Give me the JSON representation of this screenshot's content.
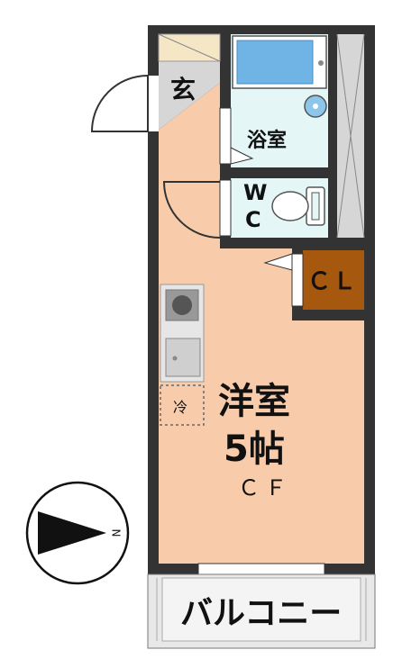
{
  "rooms": {
    "entrance": "玄",
    "bathroom": "浴室",
    "toilet_top": "W",
    "toilet_bottom": "C",
    "closet": "ＣＬ",
    "main_room_name": "洋室",
    "main_room_size": "5帖",
    "main_room_floor": "ＣＦ",
    "refrigerator": "冷",
    "balcony": "バルコニー"
  },
  "compass": {
    "direction_label": "N"
  },
  "colors": {
    "wall": "#333333",
    "room_floor": "#f8ccaa",
    "wet_area": "#e4f6f6",
    "closet": "#a6580f",
    "entrance_floor": "#d6d6d6",
    "balcony": "#e8e8e8"
  }
}
